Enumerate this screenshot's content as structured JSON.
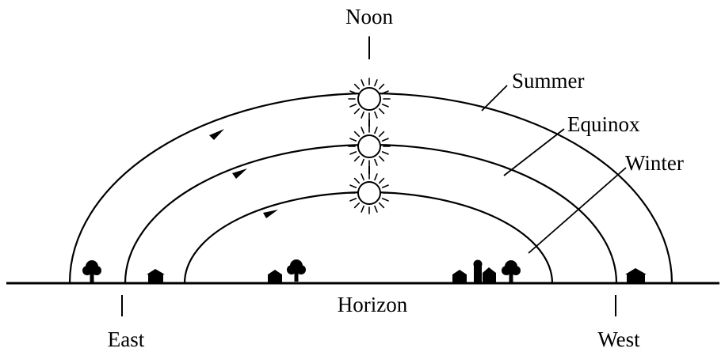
{
  "labels": {
    "noon": "Noon",
    "summer": "Summer",
    "equinox": "Equinox",
    "winter": "Winter",
    "horizon": "Horizon",
    "east": "East",
    "west": "West"
  },
  "colors": {
    "ink": "#000000",
    "background": "#ffffff",
    "sun_fill": "#ffffff"
  },
  "icons": [
    "sun-icon",
    "tree-icon",
    "house-icon",
    "barn-icon",
    "silo-icon",
    "arrow-icon"
  ]
}
